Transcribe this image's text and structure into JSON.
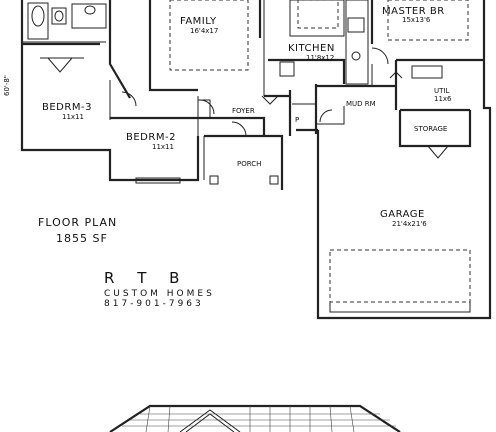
{
  "rooms": {
    "family": {
      "name": "FAMILY",
      "dims": "16'4x17"
    },
    "kitchen": {
      "name": "KITCHEN",
      "dims": "11'8x12"
    },
    "master": {
      "name": "MASTER BR",
      "dims": "15x13'6"
    },
    "bedrm3": {
      "name": "BEDRM-3",
      "dims": "11x11"
    },
    "bedrm2": {
      "name": "BEDRM-2",
      "dims": "11x11"
    },
    "foyer": {
      "name": "FOYER"
    },
    "mudrm": {
      "name": "MUD RM"
    },
    "pantry": {
      "name": "P"
    },
    "util": {
      "name": "UTIL",
      "dims": "11x6"
    },
    "storage": {
      "name": "STORAGE"
    },
    "porch": {
      "name": "PORCH"
    },
    "garage": {
      "name": "GARAGE",
      "dims": "21'4x21'6"
    }
  },
  "side_dimension": "60'-8\"",
  "plan": {
    "title": "FLOOR PLAN",
    "area": "1855 SF"
  },
  "brand": {
    "initials": "R T B",
    "name": "CUSTOM HOMES",
    "phone": "817-901-7963"
  }
}
